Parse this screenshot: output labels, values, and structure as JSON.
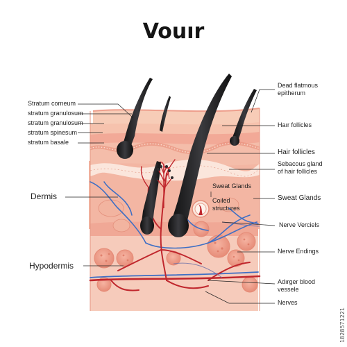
{
  "title": "Vouır",
  "left_labels": [
    "Stratum corneum",
    "stratum granulosum",
    "stratum granulosum",
    "stratum spinesum",
    "stratum basale"
  ],
  "side_labels": {
    "dermis": "Dermis",
    "hypodermis": "Hypodermis"
  },
  "right_labels": {
    "dead_epithelium": "Dead flatmous\nepitherum",
    "hair_follicles_1": "Haır follicles",
    "hair_follicles_2": "Hair follicles",
    "sebaceous": "Sebacous gland\nof hair follicles",
    "sweat_glands_outer": "Sweat Glands",
    "nerve_verciels": "Nerve Verciels",
    "nerve_endings": "Nerve Endings",
    "adirger_vessele": "Adırger blood\nvessele",
    "nerves": "Nerves"
  },
  "inner_labels": {
    "sweat_glands": "Sweat Glands",
    "coiled": "Coiled\nstructures"
  },
  "watermark": "1828571221",
  "colors": {
    "epidermis_top": "#f7c4b0",
    "epidermis_band": "#f1a592",
    "dermis": "#f3b4a0",
    "hypodermis": "#f6c6b4",
    "hair": "#2b2b2e",
    "artery": "#c0272d",
    "vein": "#3f6fc4",
    "fat_cell": "#f0a592"
  }
}
